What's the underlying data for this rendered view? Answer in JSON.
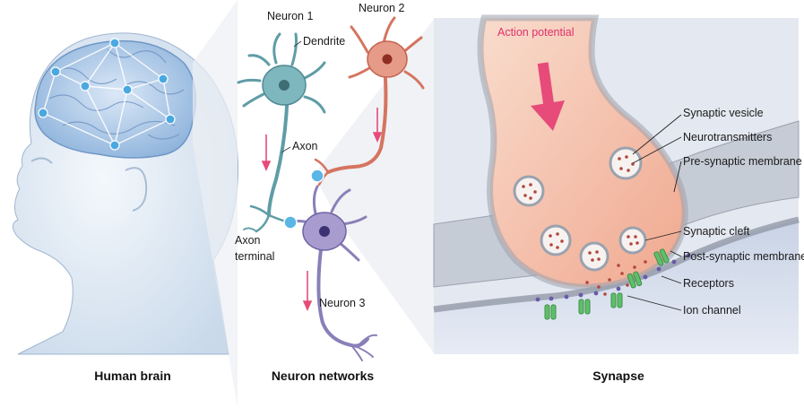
{
  "panels": {
    "brain": {
      "caption": "Human brain"
    },
    "network": {
      "caption": "Neuron networks",
      "labels": {
        "neuron1": "Neuron 1",
        "neuron2": "Neuron 2",
        "neuron3": "Neuron 3",
        "dendrite": "Dendrite",
        "axon": "Axon",
        "axon_terminal_1": "Axon",
        "axon_terminal_2": "terminal"
      }
    },
    "synapse": {
      "caption": "Synapse",
      "action_potential": "Action potential",
      "labels": [
        "Synaptic vesicle",
        "Neurotransmitters",
        "Pre-synaptic membrane",
        "Synaptic cleft",
        "Post-synaptic membrane",
        "Receptors",
        "Ion channel"
      ]
    }
  },
  "colors": {
    "brain_blue": "#4aa8e0",
    "neuron1": "#5f9da6",
    "neuron2": "#d57460",
    "neuron3": "#8b7fb8",
    "synapse_bg": "#e4e8f0",
    "presynaptic": "#f6c9b4",
    "arrow": "#e64b7a",
    "ion_channel": "#5fbf6a"
  }
}
